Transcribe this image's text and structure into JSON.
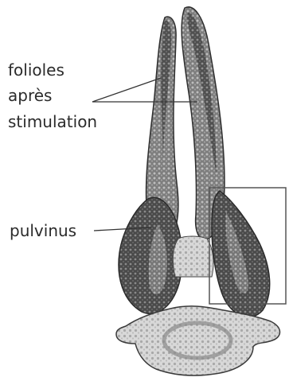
{
  "labels": {
    "folioles_lines": [
      "folioles",
      "après",
      "stimulation"
    ],
    "pulvinus": "pulvinus"
  },
  "colors": {
    "tissue_dark": "#3f3f3f",
    "tissue_mid": "#7a7a7a",
    "tissue_light": "#cfcfcf",
    "leader_line": "#333333",
    "box_outline": "#555555"
  }
}
